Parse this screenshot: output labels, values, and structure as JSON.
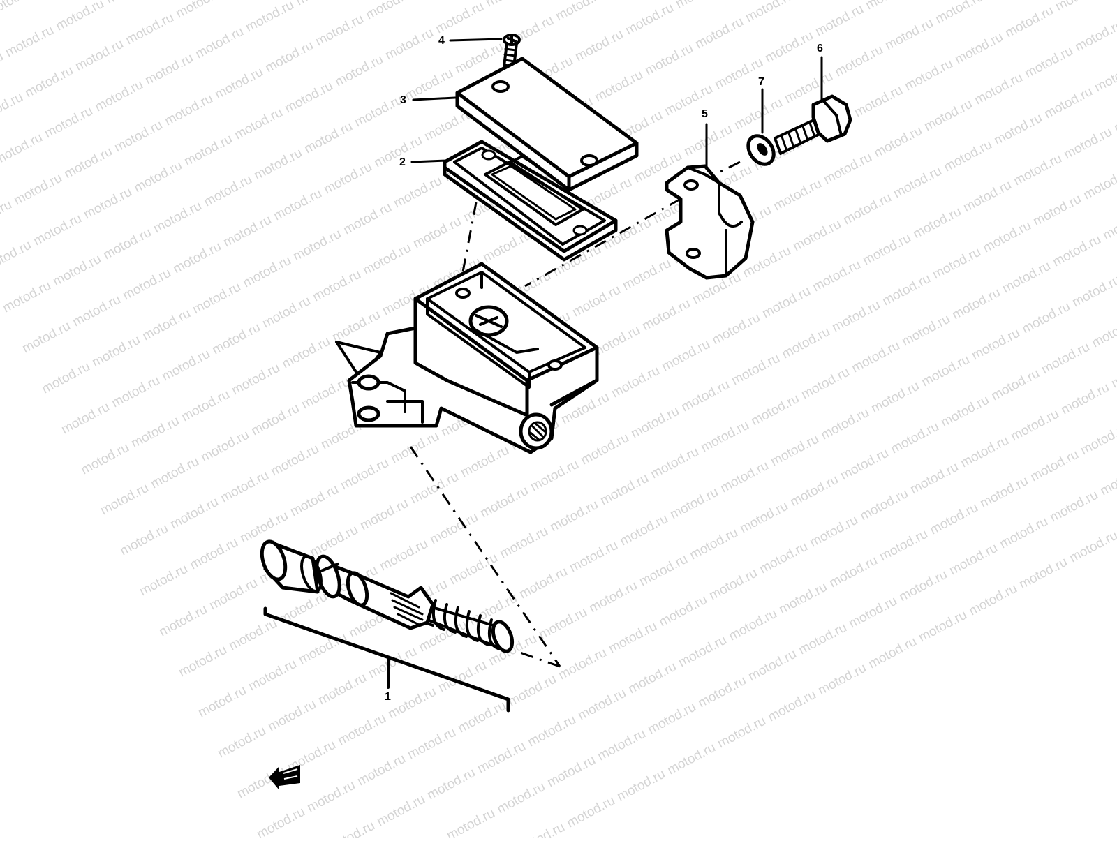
{
  "watermark": "motod.ru",
  "callouts": {
    "c1": "1",
    "c2": "2",
    "c3": "3",
    "c4": "4",
    "c5": "5",
    "c6": "6",
    "c7": "7"
  },
  "parts": [
    {
      "ref": "1",
      "name": "piston-kit"
    },
    {
      "ref": "2",
      "name": "diaphragm"
    },
    {
      "ref": "3",
      "name": "reservoir-cap"
    },
    {
      "ref": "4",
      "name": "cap-screw"
    },
    {
      "ref": "5",
      "name": "holder-clamp"
    },
    {
      "ref": "6",
      "name": "clamp-bolt"
    },
    {
      "ref": "7",
      "name": "washer"
    }
  ],
  "icons": {
    "front_arrow": "front-arrow-icon"
  }
}
